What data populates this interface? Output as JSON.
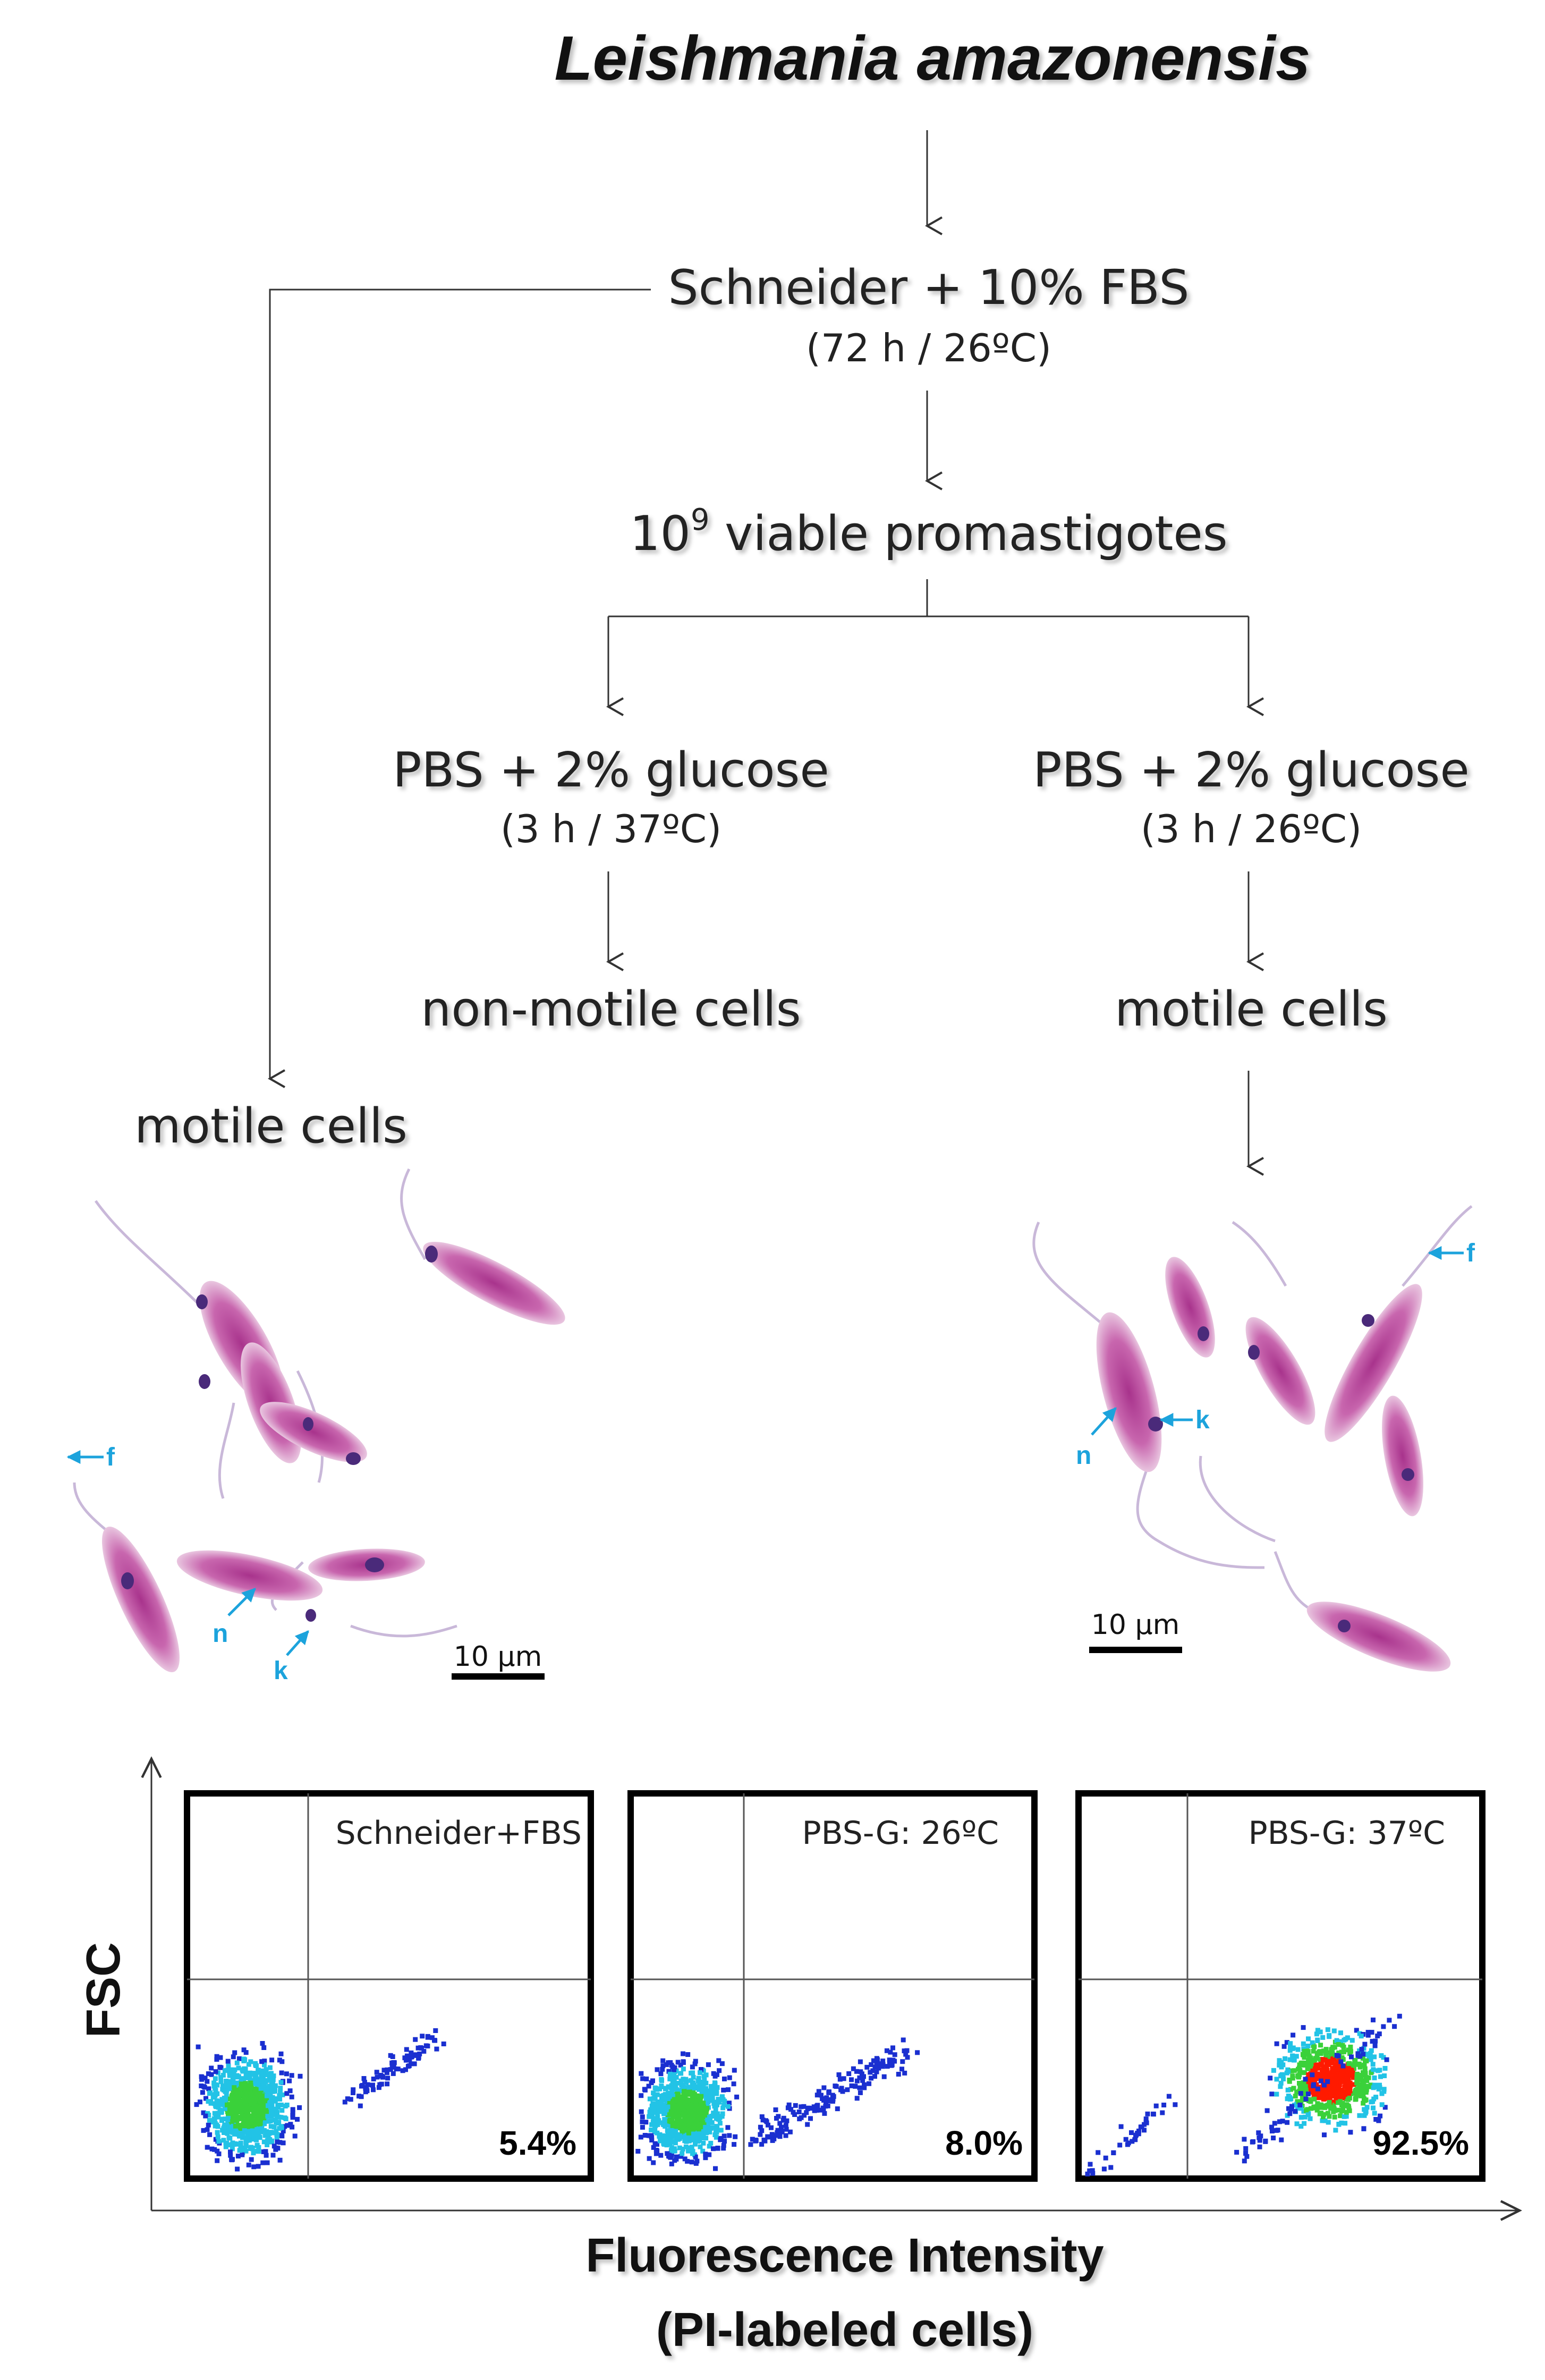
{
  "title": "Leishmania amazonensis",
  "flow": {
    "culture": "Schneider + 10% FBS",
    "culture_cond": "(72 h / 26ºC)",
    "viable_base": "10",
    "viable_exp": "9",
    "viable_rest": " viable promastigotes",
    "left_branch_medium": "PBS + 2% glucose",
    "left_branch_cond": "(3 h / 37ºC)",
    "left_branch_result": "non-motile cells",
    "right_branch_medium": "PBS + 2% glucose",
    "right_branch_cond": "(3 h / 26ºC)",
    "right_branch_result": "motile cells",
    "side_result": "motile cells"
  },
  "micrographs": {
    "left": {
      "scale": "10 µm",
      "labels": {
        "f": "f",
        "n": "n",
        "k": "k"
      }
    },
    "right": {
      "scale": "10 µm",
      "labels": {
        "f": "f",
        "n": "n",
        "k": "k"
      }
    }
  },
  "flow_cytometry": {
    "y_axis": "FSC",
    "x_axis_line1": "Fluorescence Intensity",
    "x_axis_line2": "(PI-labeled cells)",
    "panels": [
      {
        "label": "Schneider+FBS",
        "percent": "5.4%"
      },
      {
        "label": "PBS-G: 26ºC",
        "percent": "8.0%"
      },
      {
        "label": "PBS-G: 37ºC",
        "percent": "92.5%"
      }
    ]
  },
  "colors": {
    "arrow": "#333333",
    "annotation": "#1ca3dc",
    "cell_body": "#b9479a",
    "nucleus": "#5a2a8a",
    "dot_blue": "#1a2fd0",
    "dot_cyan": "#22c3e6",
    "dot_green": "#3ad13a",
    "dot_red": "#ff1a00"
  }
}
